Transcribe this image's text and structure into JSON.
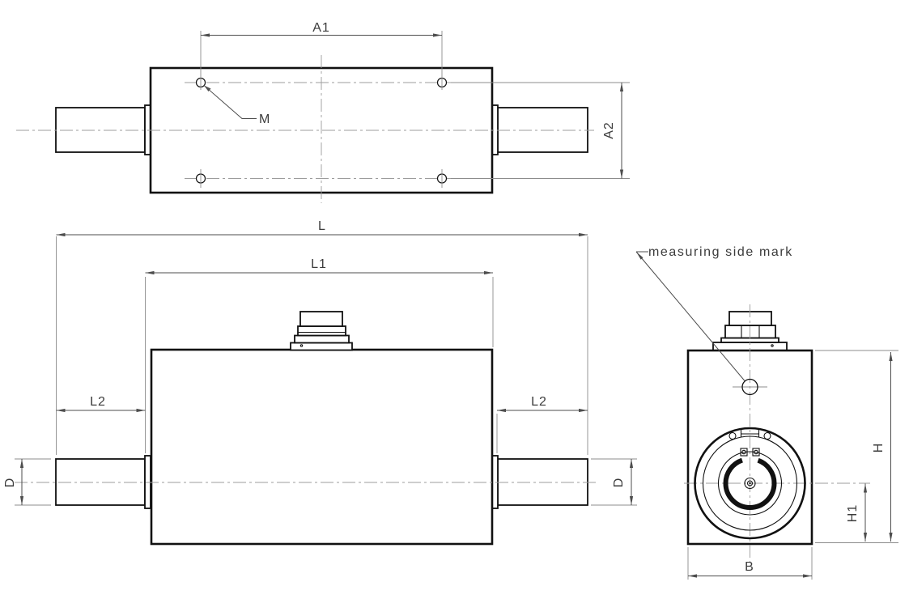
{
  "drawing": {
    "views": {
      "top": {
        "labels": {
          "a1": "A1",
          "a2": "A2",
          "m": "M"
        }
      },
      "front": {
        "labels": {
          "l": "L",
          "l1": "L1",
          "l2_left": "L2",
          "l2_right": "L2",
          "d_left": "D",
          "d_right": "D"
        }
      },
      "side": {
        "labels": {
          "h": "H",
          "h1": "H1",
          "b": "B"
        },
        "annotation": "measuring side mark"
      }
    },
    "colors": {
      "background": "#ffffff",
      "outline": "#111111",
      "dimension": "#4d4d4d",
      "extension": "#8c8c8c",
      "centerline": "#9c9c9c",
      "text": "#3c3c3c"
    }
  }
}
